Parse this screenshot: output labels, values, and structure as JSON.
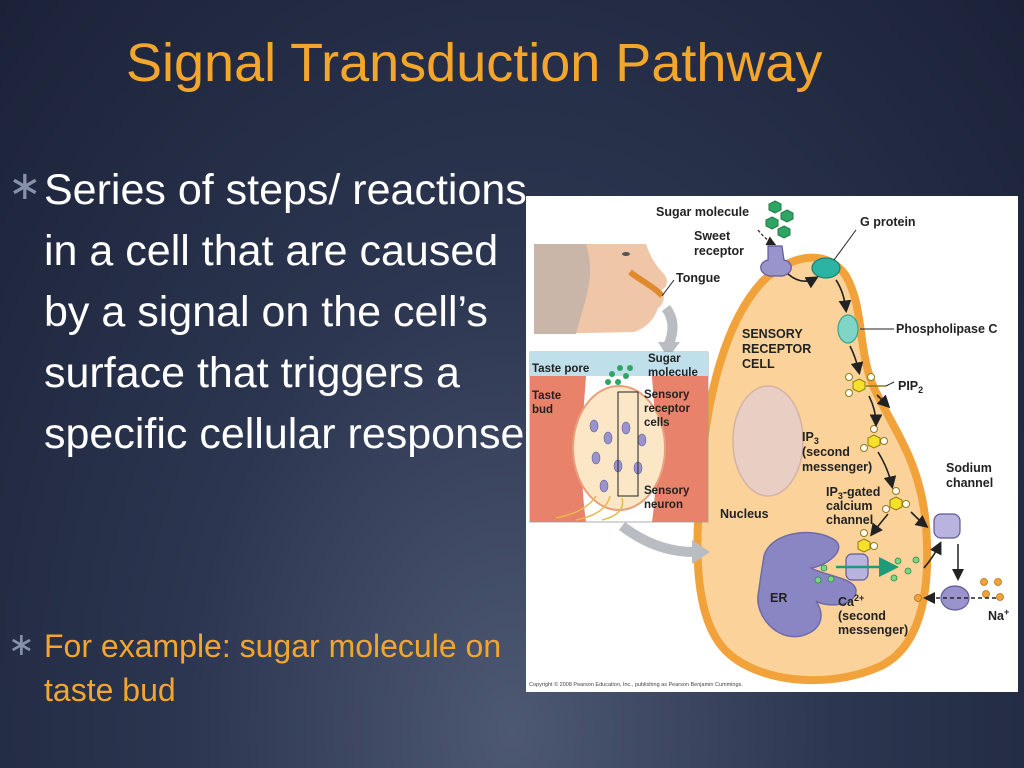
{
  "slide": {
    "title": "Signal Transduction Pathway",
    "bullets": [
      {
        "marker": "∗",
        "text": "Series of steps/ reactions in a cell that are caused by a signal on the cell’s surface that triggers a specific cellular response"
      },
      {
        "marker": "∗",
        "text": "For example: sugar molecule on taste bud"
      }
    ]
  },
  "figure": {
    "labels": {
      "sugar_molecule": "Sugar molecule",
      "sweet": "Sweet",
      "receptor": "receptor",
      "tongue": "Tongue",
      "g_protein": "G protein",
      "sensory": "SENSORY",
      "receptor_caps": "RECEPTOR",
      "cell": "CELL",
      "phospholipase": "Phospholipase C",
      "pip2": "PIP",
      "pip2_sub": "2",
      "ip3": "IP",
      "ip3_sub": "3",
      "second": "(second",
      "messenger": "messenger)",
      "ip3_gated_a": "IP",
      "ip3_gated_sub": "3",
      "ip3_gated_b": "-gated",
      "calcium": "calcium",
      "channel": "channel",
      "sodium": "Sodium",
      "sodium_channel": "channel",
      "nucleus": "Nucleus",
      "er": "ER",
      "ca": "Ca",
      "ca_sup": "2+",
      "ca_second": "(second",
      "ca_messenger": "messenger)",
      "na": "Na",
      "na_sup": "+",
      "taste_pore": "Taste pore",
      "sugar": "Sugar",
      "molecule": "molecule",
      "taste": "Taste",
      "bud": "bud",
      "sensory_small": "Sensory",
      "receptor_small": "receptor",
      "cells": "cells",
      "sensory_n": "Sensory",
      "neuron": "neuron",
      "copyright": "Copyright © 2008 Pearson Education, Inc., publishing as Pearson Benjamin Cummings."
    }
  },
  "colors": {
    "title": "#f3a62b",
    "body_text": "#ffffff",
    "accent_text": "#f3a62b",
    "cell_fill": "#fbd39a",
    "membrane": "#f2a23a",
    "receptor": "#9a94cc",
    "g_protein": "#2bb3a3",
    "sugar": "#2fa564"
  }
}
